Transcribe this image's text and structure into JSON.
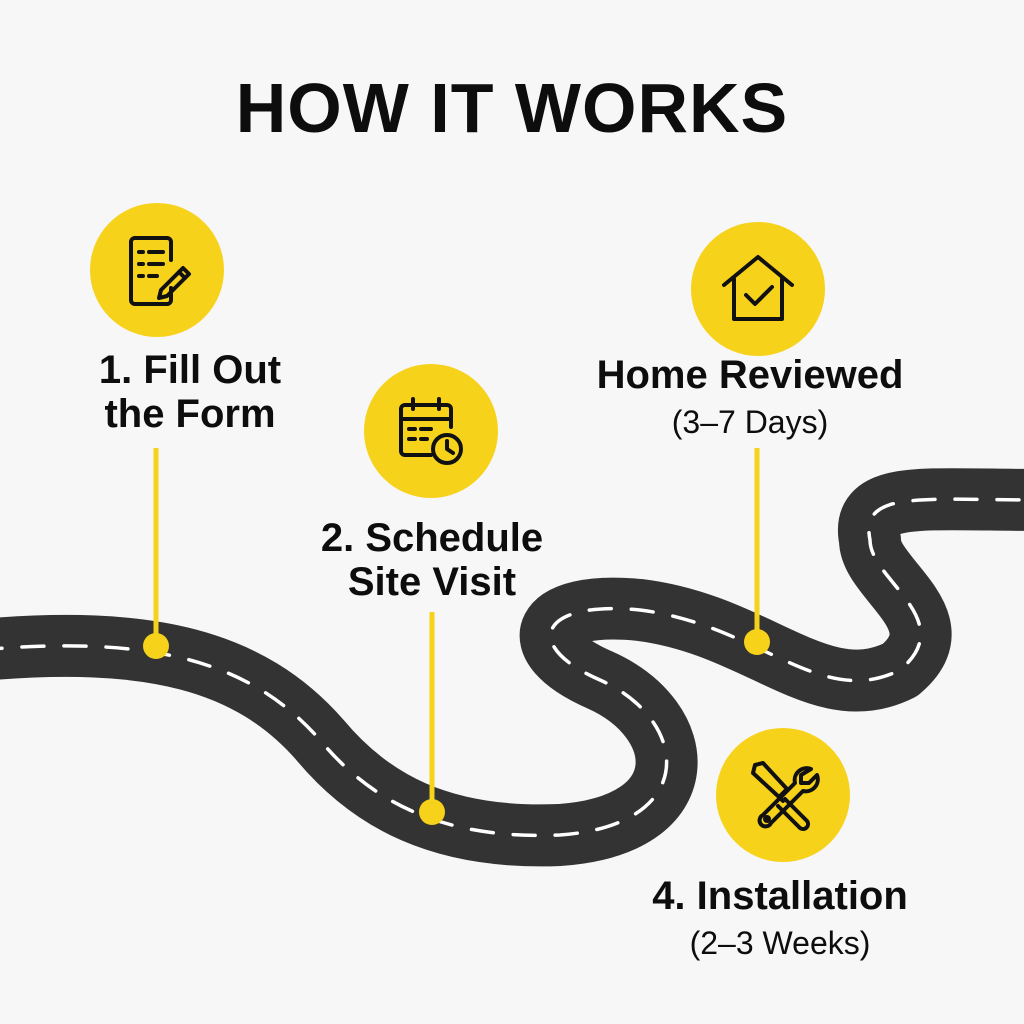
{
  "title": "HOW IT WORKS",
  "colors": {
    "accent": "#f7d21b",
    "road": "#333333",
    "background": "#f7f7f7"
  },
  "steps": [
    {
      "label_line1": "1. Fill Out",
      "label_line2": "the Form",
      "sub": "",
      "icon": "form-pencil-icon"
    },
    {
      "label_line1": "2. Schedule",
      "label_line2": "Site Visit",
      "sub": "",
      "icon": "calendar-clock-icon"
    },
    {
      "label_line1": "Home Reviewed",
      "label_line2": "",
      "sub": "(3–7 Days)",
      "icon": "house-check-icon"
    },
    {
      "label_line1": "4. Installation",
      "label_line2": "",
      "sub": "(2–3 Weeks)",
      "icon": "tools-icon"
    }
  ]
}
